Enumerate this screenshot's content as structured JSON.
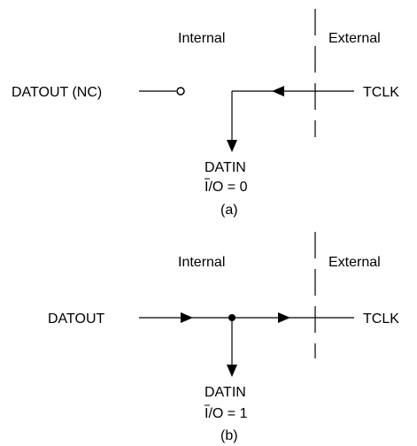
{
  "diagram_a": {
    "region_internal": "Internal",
    "region_external": "External",
    "source_left": "DATOUT (NC)",
    "source_right": "TCLK",
    "dest_label": "DATIN",
    "io_prefix": "I",
    "io_rest": "/O = 0",
    "caption": "(a)"
  },
  "diagram_b": {
    "region_internal": "Internal",
    "region_external": "External",
    "source_left": "DATOUT",
    "source_right": "TCLK",
    "dest_label": "DATIN",
    "io_prefix": "I",
    "io_rest": "/O = 1",
    "caption": "(b)"
  }
}
